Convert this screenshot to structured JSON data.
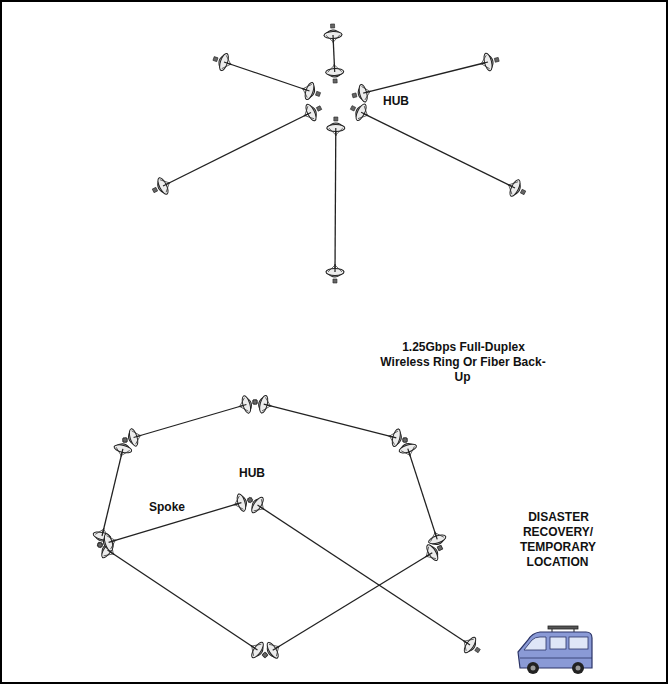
{
  "diagram": {
    "labels": [
      "HUB",
      "1.25Gbps Full-Duplex Wireless Ring Or Fiber Back-Up",
      "HUB",
      "Spoke",
      "DISASTER RECOVERY/ TEMPORARY LOCATION"
    ]
  }
}
